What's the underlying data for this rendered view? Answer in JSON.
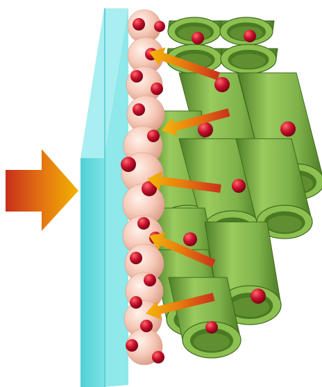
{
  "figure": {
    "kind": "schematic illustration",
    "elements": {
      "input_arrow": {
        "icon": "gradient-block-arrow-right-icon",
        "gradient": [
          "#c8301c",
          "#f0b400"
        ]
      },
      "plate": {
        "color_front": "#5fd8dc",
        "color_side": "#8fe8ea",
        "color_top": "#b6f2f2"
      },
      "sphere_column": {
        "count": 12,
        "sphere_color": "#f6c9b8",
        "dot_color": "#c8102e"
      },
      "tube_bundle": {
        "tube_color": "#7fb24a",
        "tube_dark": "#4f7f27",
        "tube_light": "#a6d06a"
      },
      "transfer_arrows": {
        "count": 5,
        "icon": "gradient-arrow-left-icon",
        "gradient": [
          "#c8301c",
          "#f0b400"
        ]
      }
    }
  }
}
